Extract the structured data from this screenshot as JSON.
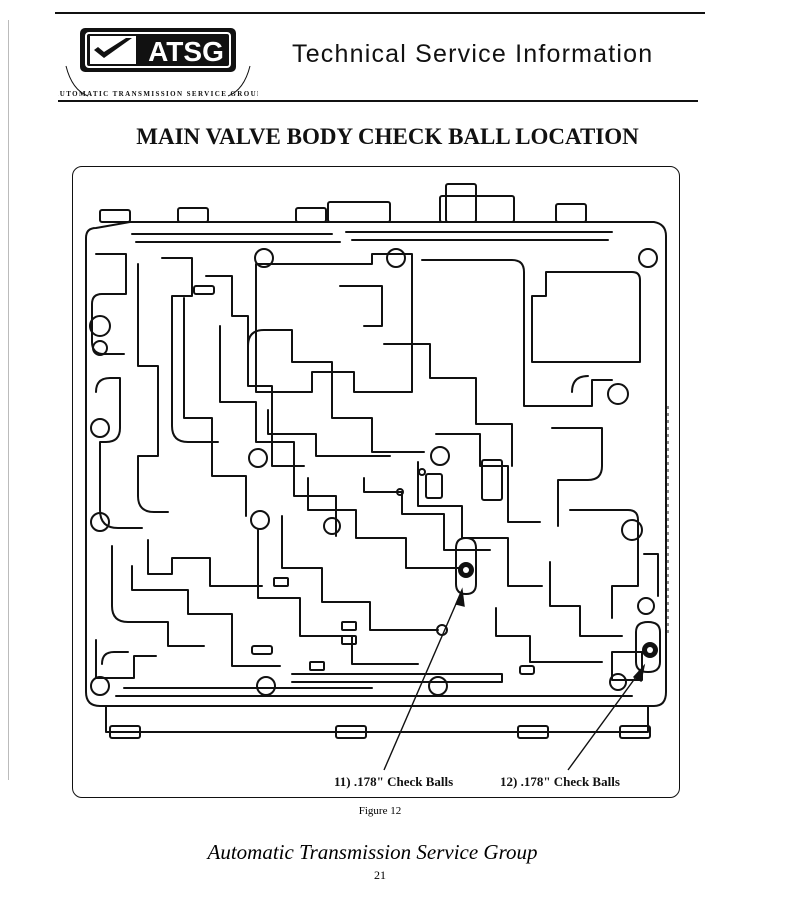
{
  "header": {
    "logo_text": "ATSG",
    "logo_ring_text": "AUTOMATIC TRANSMISSION SERVICE GROUP",
    "title": "Technical Service Information"
  },
  "page_heading": "MAIN VALVE BODY CHECK BALL LOCATION",
  "callouts": [
    {
      "label": "11) .178\" Check Balls"
    },
    {
      "label": "12) .178\" Check Balls"
    }
  ],
  "figure_caption": "Figure 12",
  "footer": {
    "organization": "Automatic Transmission Service Group",
    "page_number": "21"
  }
}
